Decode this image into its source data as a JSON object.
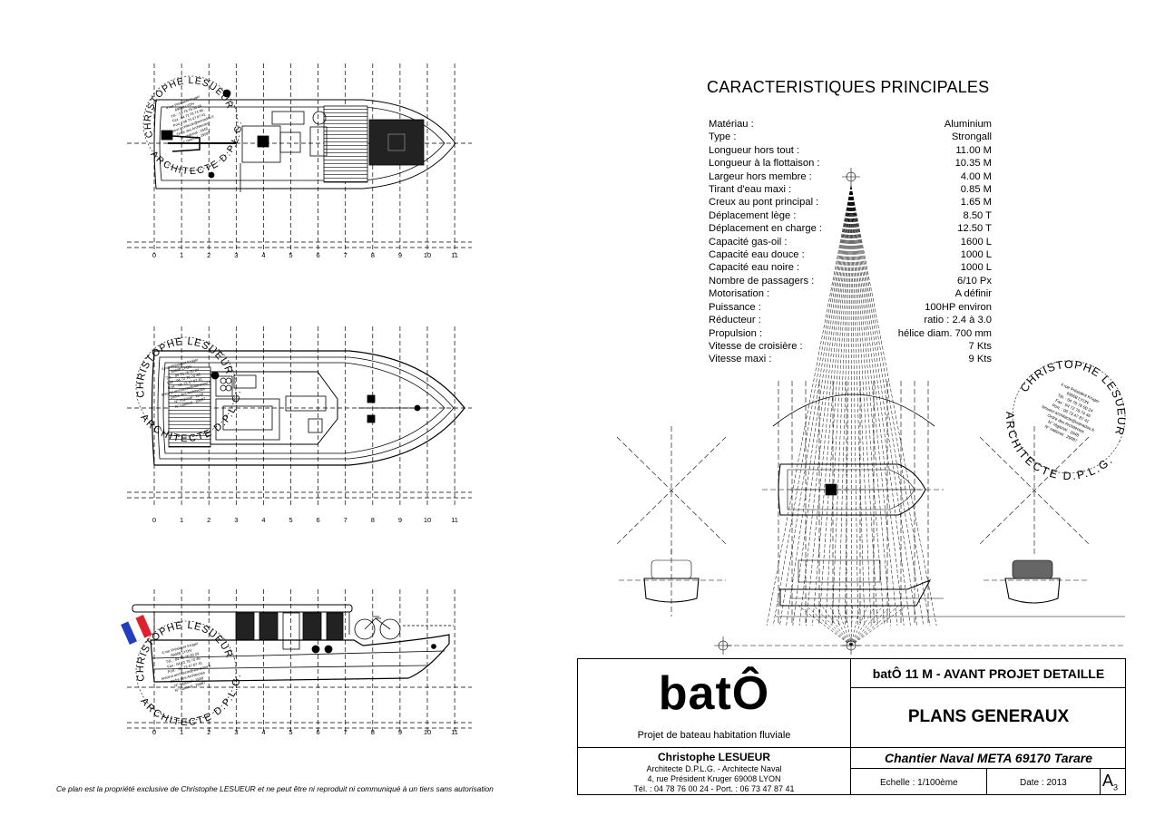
{
  "specs": {
    "title": "CARACTERISTIQUES PRINCIPALES",
    "rows": [
      {
        "label": "Matériau :",
        "value": "Aluminium"
      },
      {
        "label": "Type :",
        "value": "Strongall"
      },
      {
        "label": "Longueur hors tout :",
        "value": "11.00 M"
      },
      {
        "label": "Longueur à la flottaison :",
        "value": "10.35 M"
      },
      {
        "label": "Largeur hors membre :",
        "value": "4.00 M"
      },
      {
        "label": "Tirant d'eau maxi :",
        "value": "0.85 M"
      },
      {
        "label": "Creux au pont principal :",
        "value": "1.65 M"
      },
      {
        "label": "Déplacement lège :",
        "value": "8.50 T"
      },
      {
        "label": "Déplacement en charge :",
        "value": "12.50 T"
      },
      {
        "label": "Capacité gas-oil :",
        "value": "1600 L"
      },
      {
        "label": "Capacité eau douce :",
        "value": "1000 L"
      },
      {
        "label": "Capacité eau noire :",
        "value": "1000 L"
      },
      {
        "label": "Nombre de passagers :",
        "value": "6/10 Px"
      },
      {
        "label": "Motorisation :",
        "value": "A définir"
      },
      {
        "label": "Puissance :",
        "value": "100HP environ"
      },
      {
        "label": "Réducteur :",
        "value": "ratio : 2.4 à 3.0"
      },
      {
        "label": "Propulsion :",
        "value": "hélice diam. 700 mm"
      },
      {
        "label": "Vitesse de croisière :",
        "value": "7 Kts"
      },
      {
        "label": "Vitesse maxi :",
        "value": "9 Kts"
      }
    ]
  },
  "scale_ticks": [
    "0",
    "1",
    "2",
    "3",
    "4",
    "5",
    "6",
    "7",
    "8",
    "9",
    "10",
    "11"
  ],
  "stamp": {
    "name": "CHRISTOPHE LESUEUR",
    "title": "ARCHITECTE D.P.L.G.",
    "address": [
      "4 rue Président Kruger",
      "69008 LYON",
      "Tél. : 04 78 76 00 24",
      "Fax : 04 72 78 74 46",
      "Port. : 06 73 47 87 41",
      "lesueur.architecte@wanadoo.fr",
      "Ordre des Architectes",
      "N° régional : 1948",
      "N° national : 29087"
    ]
  },
  "title_block": {
    "brand": "batÔ",
    "brand_subtitle": "Projet de bateau habitation fluviale",
    "architect_name": "Christophe LESUEUR",
    "architect_lines": [
      "Architecte D.P.L.G. - Architecte Naval",
      "4, rue Président Kruger 69008 LYON",
      "Tél. : 04 78 76 00 24 - Port. : 06 73 47 87 41"
    ],
    "project": "batÔ 11 M - AVANT PROJET DETAILLE",
    "sheet_title": "PLANS GENERAUX",
    "shipyard": "Chantier Naval META 69170 Tarare",
    "scale": "Echelle : 1/100ème",
    "date": "Date : 2013",
    "paper_format": "A",
    "paper_format_sub": "3"
  },
  "footer": "Ce plan est la propriété exclusive de Christophe LESUEUR et ne peut être ni reproduit ni communiqué à un tiers sans autorisation",
  "colors": {
    "ink": "#000000",
    "flag_blue": "#1f3fbf",
    "flag_red": "#e0202a"
  }
}
